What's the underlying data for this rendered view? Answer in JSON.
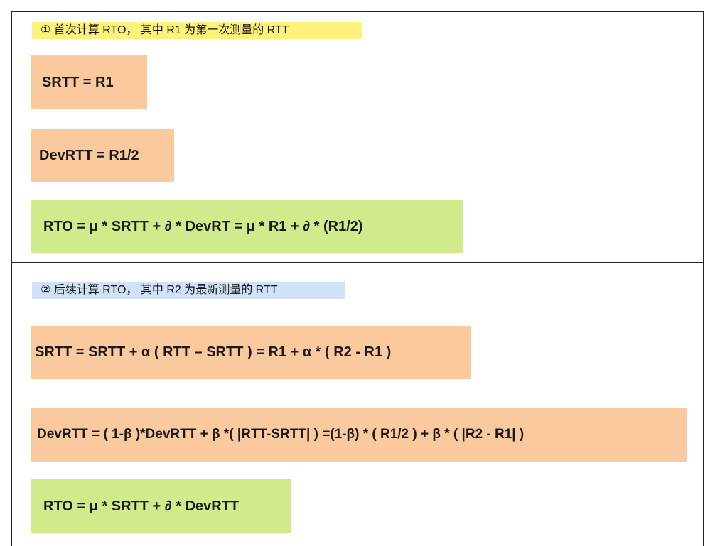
{
  "section1": {
    "tag": "① 首次计算 RTO， 其中 R1 为第一次测量的 RTT",
    "formulas": [
      "SRTT = R1",
      "DevRTT = R1/2",
      "RTO = μ * SRTT + ∂ * DevRT = μ * R1 +  ∂ * (R1/2)"
    ]
  },
  "section2": {
    "tag": "② 后续计算 RTO， 其中 R2 为最新测量的 RTT",
    "formulas": [
      "SRTT = SRTT + α ( RTT – SRTT ) = R1 + α * ( R2 - R1 )",
      "DevRTT = ( 1-β )*DevRTT + β *( |RTT-SRTT| ) =(1-β) * ( R1/2 ) + β * ( |R2 - R1| )",
      "RTO = μ * SRTT + ∂ * DevRTT"
    ]
  },
  "colors": {
    "tag1_bg": "#fff27a",
    "tag2_bg": "#cfe2f7",
    "orange_box": "#fac99d",
    "green_box": "#d1ea8c",
    "border": "#222222"
  }
}
